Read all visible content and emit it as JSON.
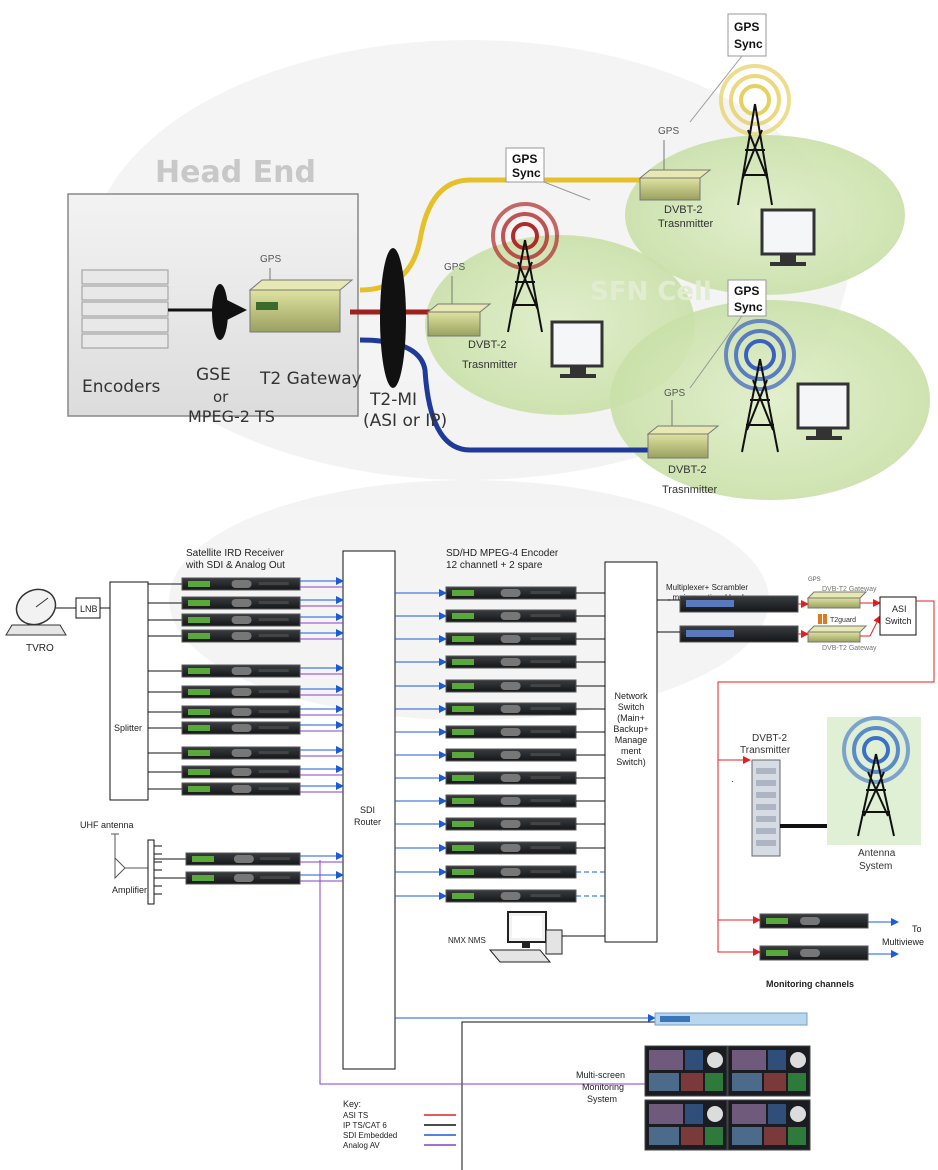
{
  "top": {
    "head_end_title": "Head End",
    "encoders": "Encoders",
    "gse": "GSE",
    "or": "or",
    "mpeg2ts": "MPEG-2 TS",
    "t2_gateway": "T2 Gateway",
    "gps": "GPS",
    "t2mi_line1": "T2-MI",
    "t2mi_line2": "(ASI or IP)",
    "sfn_cell": "SFN Cell",
    "gps_sync_1": "GPS",
    "gps_sync_1b": "Sync",
    "gps_sync_2": "GPS",
    "gps_sync_2b": "Sync",
    "gps_sync_3": "GPS",
    "gps_sync_3b": "Sync",
    "tx_line1": "DVBT-2",
    "tx_line2": "Trasnmitter"
  },
  "bottom": {
    "ird_title_1": "Satellite IRD Receiver",
    "ird_title_2": "with SDI & Analog Out",
    "encoder_title_1": "SD/HD MPEG-4 Encoder",
    "encoder_title_2": "12 channetl + 2 spare",
    "tvro": "TVRO",
    "lnb": "LNB",
    "splitter": "Splitter",
    "sdi_router_1": "SDI",
    "sdi_router_2": "Router",
    "uhf_antenna": "UHF antenna",
    "amplifier": "Amplifier",
    "network_switch": [
      "Network",
      "Switch",
      "(Main+",
      "Backup+",
      "Manage",
      "ment",
      "Switch)"
    ],
    "mux_1": "Multiplexer+ Scrambler",
    "mux_2": ", main + optional backup",
    "gps_small": "GPS",
    "dvbt2_gateway_1": "DVB-T2 Gateway",
    "dvbt2_gateway_2": "DVB-T2 Gateway",
    "t2guard": "T2guard",
    "asi_switch_1": "ASI",
    "asi_switch_2": "Switch",
    "dvbt2_tx_1": "DVBT-2",
    "dvbt2_tx_2": "Transmitter",
    "antenna_sys_1": "Antenna",
    "antenna_sys_2": "System",
    "nmx_nms": "NMX NMS",
    "to_1": "To",
    "to_2": "Multiviewe",
    "monitoring_channels": "Monitoring channels",
    "multiscreen_1": "Multi-screen",
    "multiscreen_2": "Monitoring",
    "multiscreen_3": "System",
    "dot": "."
  },
  "key": {
    "title": "Key:",
    "items": [
      {
        "label": "ASI TS",
        "color": "#e02020"
      },
      {
        "label": "IP TS/CAT 6",
        "color": "#111111"
      },
      {
        "label": "SDI Embedded",
        "color": "#1a5cd8"
      },
      {
        "label": "Analog AV",
        "color": "#8a3fc8"
      }
    ]
  },
  "colors": {
    "asi": "#e02020",
    "ip": "#111111",
    "sdi": "#1a5cd8",
    "analog": "#8a3fc8",
    "yellow_link": "#e6c02a",
    "red_link": "#a02020",
    "blue_link": "#203a9a"
  }
}
